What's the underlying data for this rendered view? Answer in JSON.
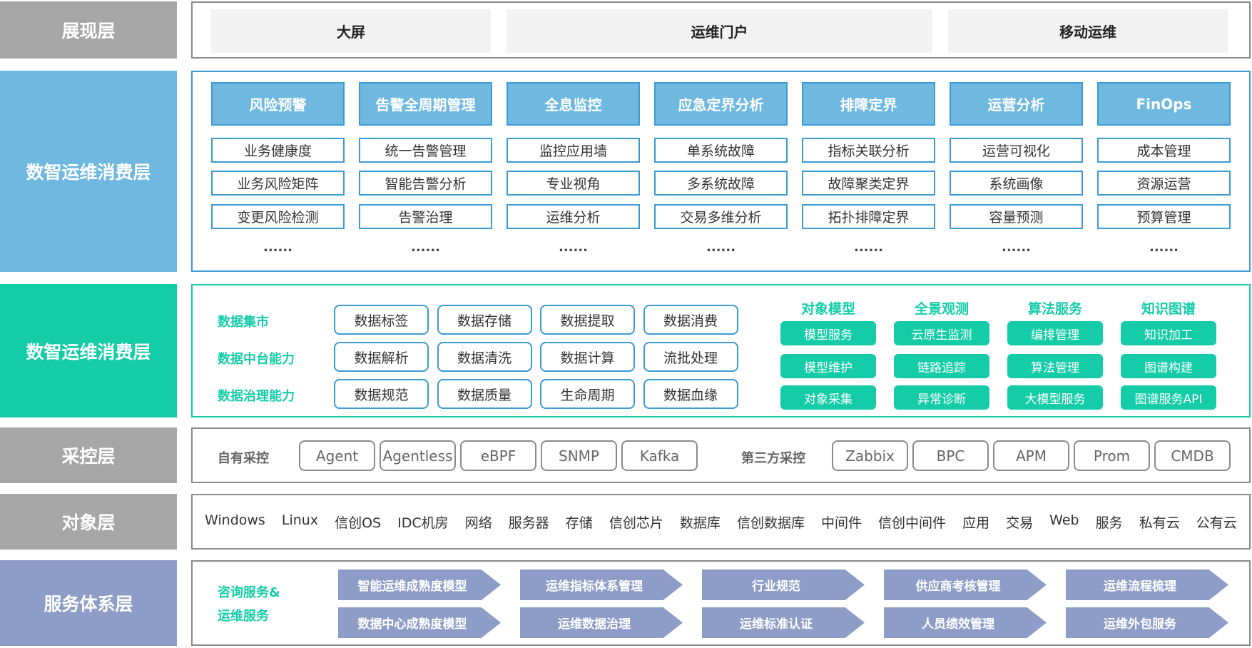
{
  "layers": {
    "presentation": "展现层",
    "consumption": "数智运维消费层",
    "data": "数智运维消费层",
    "collection": "采控层",
    "object": "对象层",
    "service": "服务体系层"
  },
  "presentation": [
    "大屏",
    "运维门户",
    "移动运维"
  ],
  "consumption": [
    {
      "title": "风险预警",
      "items": [
        "业务健康度",
        "业务风险矩阵",
        "变更风险检测"
      ]
    },
    {
      "title": "告警全周期管理",
      "items": [
        "统一告警管理",
        "智能告警分析",
        "告警治理"
      ]
    },
    {
      "title": "全息监控",
      "items": [
        "监控应用墙",
        "专业视角",
        "运维分析"
      ]
    },
    {
      "title": "应急定界分析",
      "items": [
        "单系统故障",
        "多系统故障",
        "交易多维分析"
      ]
    },
    {
      "title": "排障定界",
      "items": [
        "指标关联分析",
        "故障聚类定界",
        "拓扑排障定界"
      ]
    },
    {
      "title": "运营分析",
      "items": [
        "运营可视化",
        "系统画像",
        "容量预测"
      ]
    },
    {
      "title": "FinOps",
      "items": [
        "成本管理",
        "资源运营",
        "预算管理"
      ]
    }
  ],
  "ellipsis": "......",
  "data_layer": {
    "rows": [
      {
        "label": "数据集市",
        "items": [
          "数据标签",
          "数据存储",
          "数据提取",
          "数据消费"
        ]
      },
      {
        "label": "数据中台能力",
        "items": [
          "数据解析",
          "数据清洗",
          "数据计算",
          "流批处理"
        ]
      },
      {
        "label": "数据治理能力",
        "items": [
          "数据规范",
          "数据质量",
          "生命周期",
          "数据血缘"
        ]
      }
    ],
    "groups": [
      {
        "title": "对象模型",
        "items": [
          "模型服务",
          "模型维护",
          "对象采集"
        ]
      },
      {
        "title": "全景观测",
        "items": [
          "云原生监测",
          "链路追踪",
          "异常诊断"
        ]
      },
      {
        "title": "算法服务",
        "items": [
          "编排管理",
          "算法管理",
          "大模型服务"
        ]
      },
      {
        "title": "知识图谱",
        "items": [
          "知识加工",
          "图谱构建",
          "图谱服务API"
        ]
      }
    ]
  },
  "collection": {
    "own_label": "自有采控",
    "own": [
      "Agent",
      "Agentless",
      "eBPF",
      "SNMP",
      "Kafka"
    ],
    "third_label": "第三方采控",
    "third": [
      "Zabbix",
      "BPC",
      "APM",
      "Prom",
      "CMDB"
    ]
  },
  "objects": [
    "Windows",
    "Linux",
    "信创OS",
    "IDC机房",
    "网络",
    "服务器",
    "存储",
    "信创芯片",
    "数据库",
    "信创数据库",
    "中间件",
    "信创中间件",
    "应用",
    "交易",
    "Web",
    "服务",
    "私有云",
    "公有云"
  ],
  "services": {
    "label1": "咨询服务&",
    "label2": "运维服务",
    "row1": [
      "智能运维成熟度模型",
      "运维指标体系管理",
      "行业规范",
      "供应商考核管理",
      "运维流程梳理"
    ],
    "row2": [
      "数据中心成熟度模型",
      "运维数据治理",
      "运维标准认证",
      "人员绩效管理",
      "运维外包服务"
    ]
  }
}
